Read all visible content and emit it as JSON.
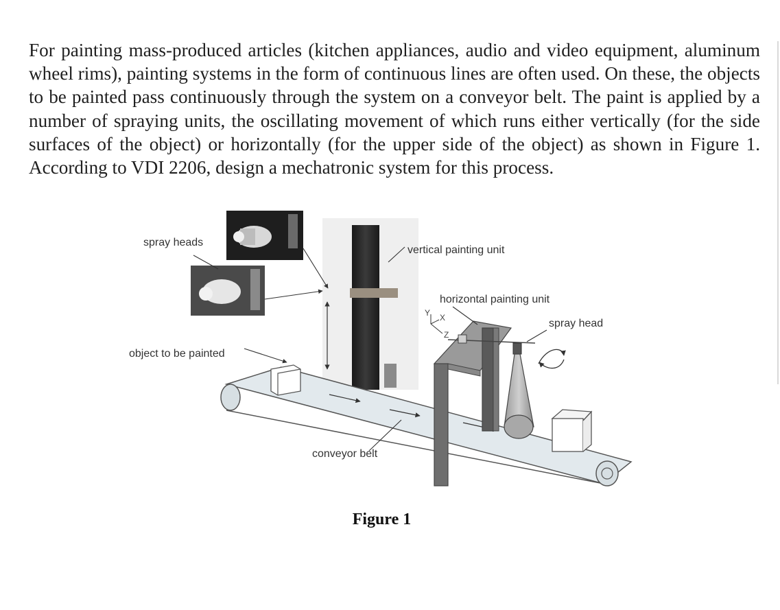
{
  "problem_text": "For painting mass-produced articles (kitchen appliances, audio and video equipment, aluminum wheel rims), painting systems in the form of continuous lines are often used. On these, the objects to be painted pass continuously through the system on a conveyor belt. The paint is applied by a number of spraying units, the oscillating movement of which runs either vertically (for the side surfaces of the object) or horizontally (for the upper side of the object) as shown in Figure 1. According to VDI 2206, design a mechatronic system for this process.",
  "figure": {
    "labels": {
      "spray_heads": "spray heads",
      "vertical_painting_unit": "vertical painting unit",
      "horizontal_painting_unit": "horizontal painting unit",
      "spray_head": "spray head",
      "object_to_be_painted": "object to be painted",
      "conveyor_belt": "conveyor belt"
    },
    "axis_labels": {
      "y": "Y",
      "x": "X",
      "z": "Z"
    },
    "caption": "Figure 1"
  },
  "colors": {
    "text": "#1f1f1f",
    "belt_fill": "#dfe6ea",
    "frame_gray": "#7a7a7a",
    "frame_dark": "#505050",
    "photo_dark": "#2a2a2a"
  }
}
